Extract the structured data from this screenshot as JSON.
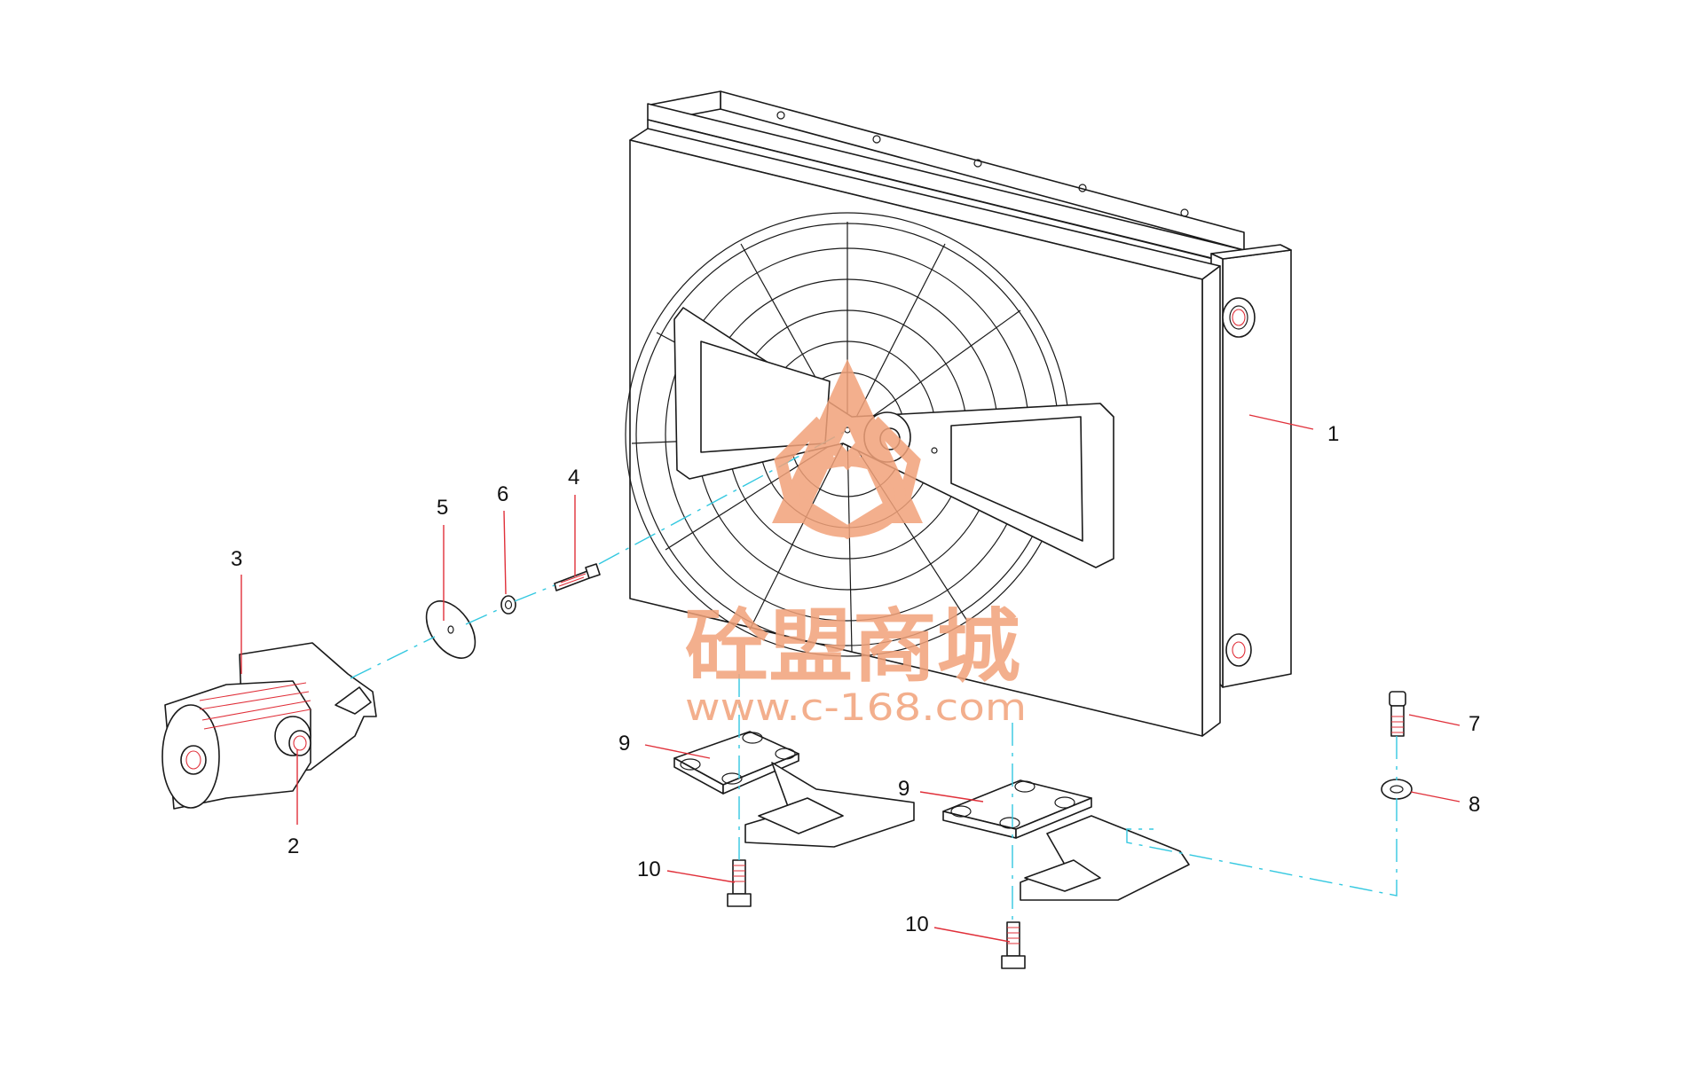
{
  "callouts": [
    {
      "id": "1",
      "label": "1"
    },
    {
      "id": "2",
      "label": "2"
    },
    {
      "id": "3",
      "label": "3"
    },
    {
      "id": "4",
      "label": "4"
    },
    {
      "id": "5",
      "label": "5"
    },
    {
      "id": "6",
      "label": "6"
    },
    {
      "id": "7",
      "label": "7"
    },
    {
      "id": "8",
      "label": "8"
    },
    {
      "id": "9a",
      "label": "9"
    },
    {
      "id": "9b",
      "label": "9"
    },
    {
      "id": "10a",
      "label": "10"
    },
    {
      "id": "10b",
      "label": "10"
    }
  ],
  "watermark": {
    "name": "砼盟商城",
    "url": "www.c-168.com"
  },
  "colors": {
    "line": "#1a1a1a",
    "centerline": "#33c8e0",
    "leader": "#e0303a",
    "watermark": "#f2a27a"
  }
}
